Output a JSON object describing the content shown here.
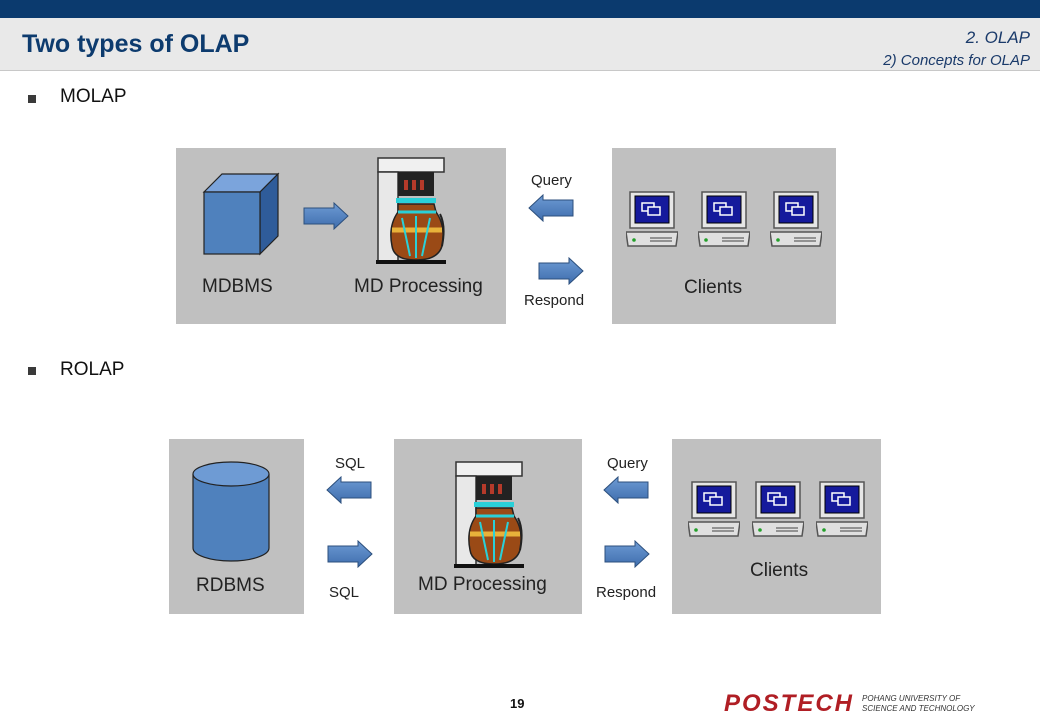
{
  "header": {
    "title": "Two types of OLAP",
    "section": "2. OLAP",
    "subsection": "2) Concepts for OLAP"
  },
  "molap": {
    "bullet": "MOLAP",
    "store_label": "MDBMS",
    "processing_label": "MD Processing",
    "clients_label": "Clients",
    "query_label": "Query",
    "respond_label": "Respond"
  },
  "rolap": {
    "bullet": "ROLAP",
    "store_label": "RDBMS",
    "processing_label": "MD Processing",
    "clients_label": "Clients",
    "sql_top_label": "SQL",
    "sql_bottom_label": "SQL",
    "query_label": "Query",
    "respond_label": "Respond"
  },
  "footer": {
    "page_number": "19",
    "logo_text": "POSTECH",
    "logo_sub_1": "POHANG UNIVERSITY OF",
    "logo_sub_2": "SCIENCE AND TECHNOLOGY"
  },
  "colors": {
    "header_bar": "#0b3a6e",
    "title_text": "#0d3b6e",
    "panel": "#c0c0c0",
    "arrow": "#4a7dbf",
    "logo": "#b01e24"
  }
}
